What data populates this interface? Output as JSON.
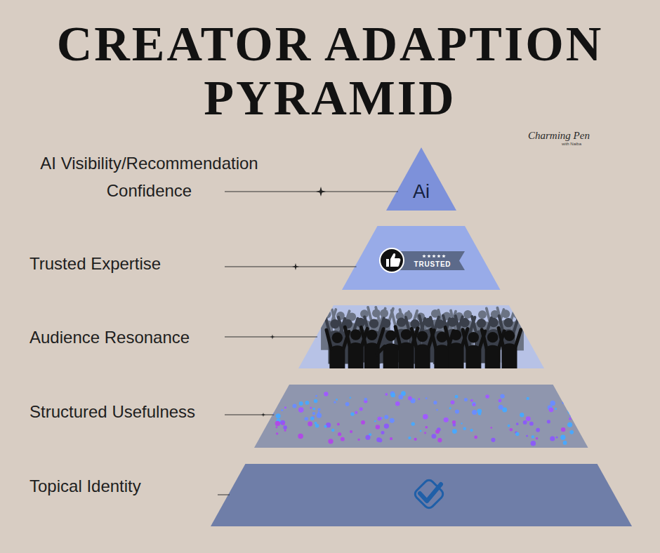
{
  "diagram": {
    "title": "CREATOR ADAPTION PYRAMID",
    "nodes": [
      {
        "text": [
          "AI Visibility/Recommendation Confidence",
          "Ai"
        ]
      },
      {
        "text": [
          "Trusted Expertise",
          "TRUSTED"
        ]
      },
      {
        "text": [
          "Audience Resonance"
        ]
      },
      {
        "text": [
          "Structured Usefulness"
        ]
      },
      {
        "text": [
          "Topical Identity"
        ]
      }
    ],
    "labels": [
      "Charming Pen",
      "with Naiba"
    ]
  }
}
